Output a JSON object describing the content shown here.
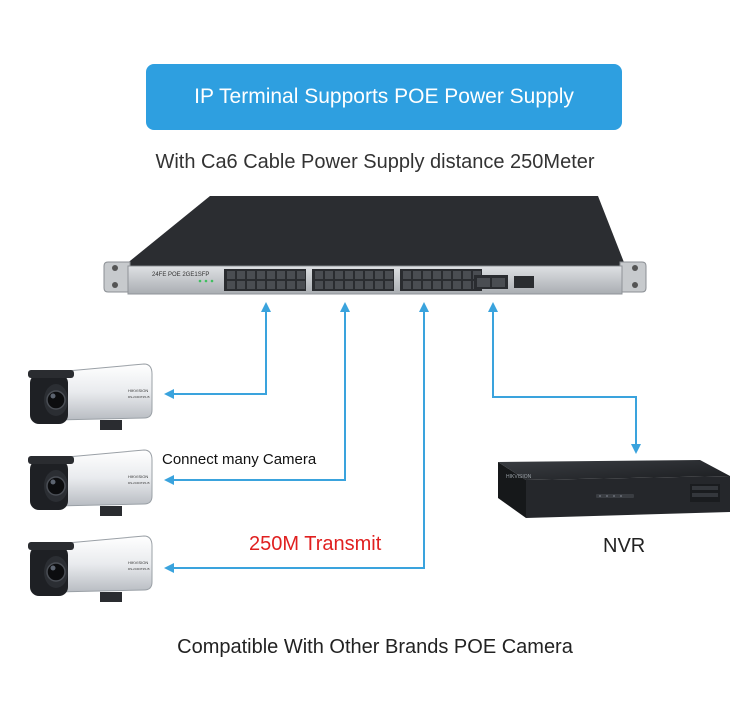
{
  "banner": {
    "text": "IP Terminal Supports POE Power Supply"
  },
  "subtitle": "With Ca6 Cable Power Supply distance 250Meter",
  "labels": {
    "connect": "Connect many Camera",
    "transmit": "250M Transmit",
    "nvr": "NVR"
  },
  "footer": "Compatible With Other Brands POE Camera",
  "device_text": {
    "switch_model": "24FE POE 2GE1SFP",
    "camera_brand": "HIKVISION",
    "camera_model": "DS-2CD3T25-I5",
    "nvr_brand": "HIKVISION"
  },
  "colors": {
    "banner_bg": "#2e9fe0",
    "connector_line": "#3aa3dd",
    "transmit_text": "#e02020",
    "device_dark": "#2a2c30"
  },
  "icons": [
    "poe-switch-icon",
    "ip-camera-icon",
    "nvr-icon",
    "arrow-up-icon",
    "arrow-left-icon",
    "arrow-down-icon"
  ]
}
